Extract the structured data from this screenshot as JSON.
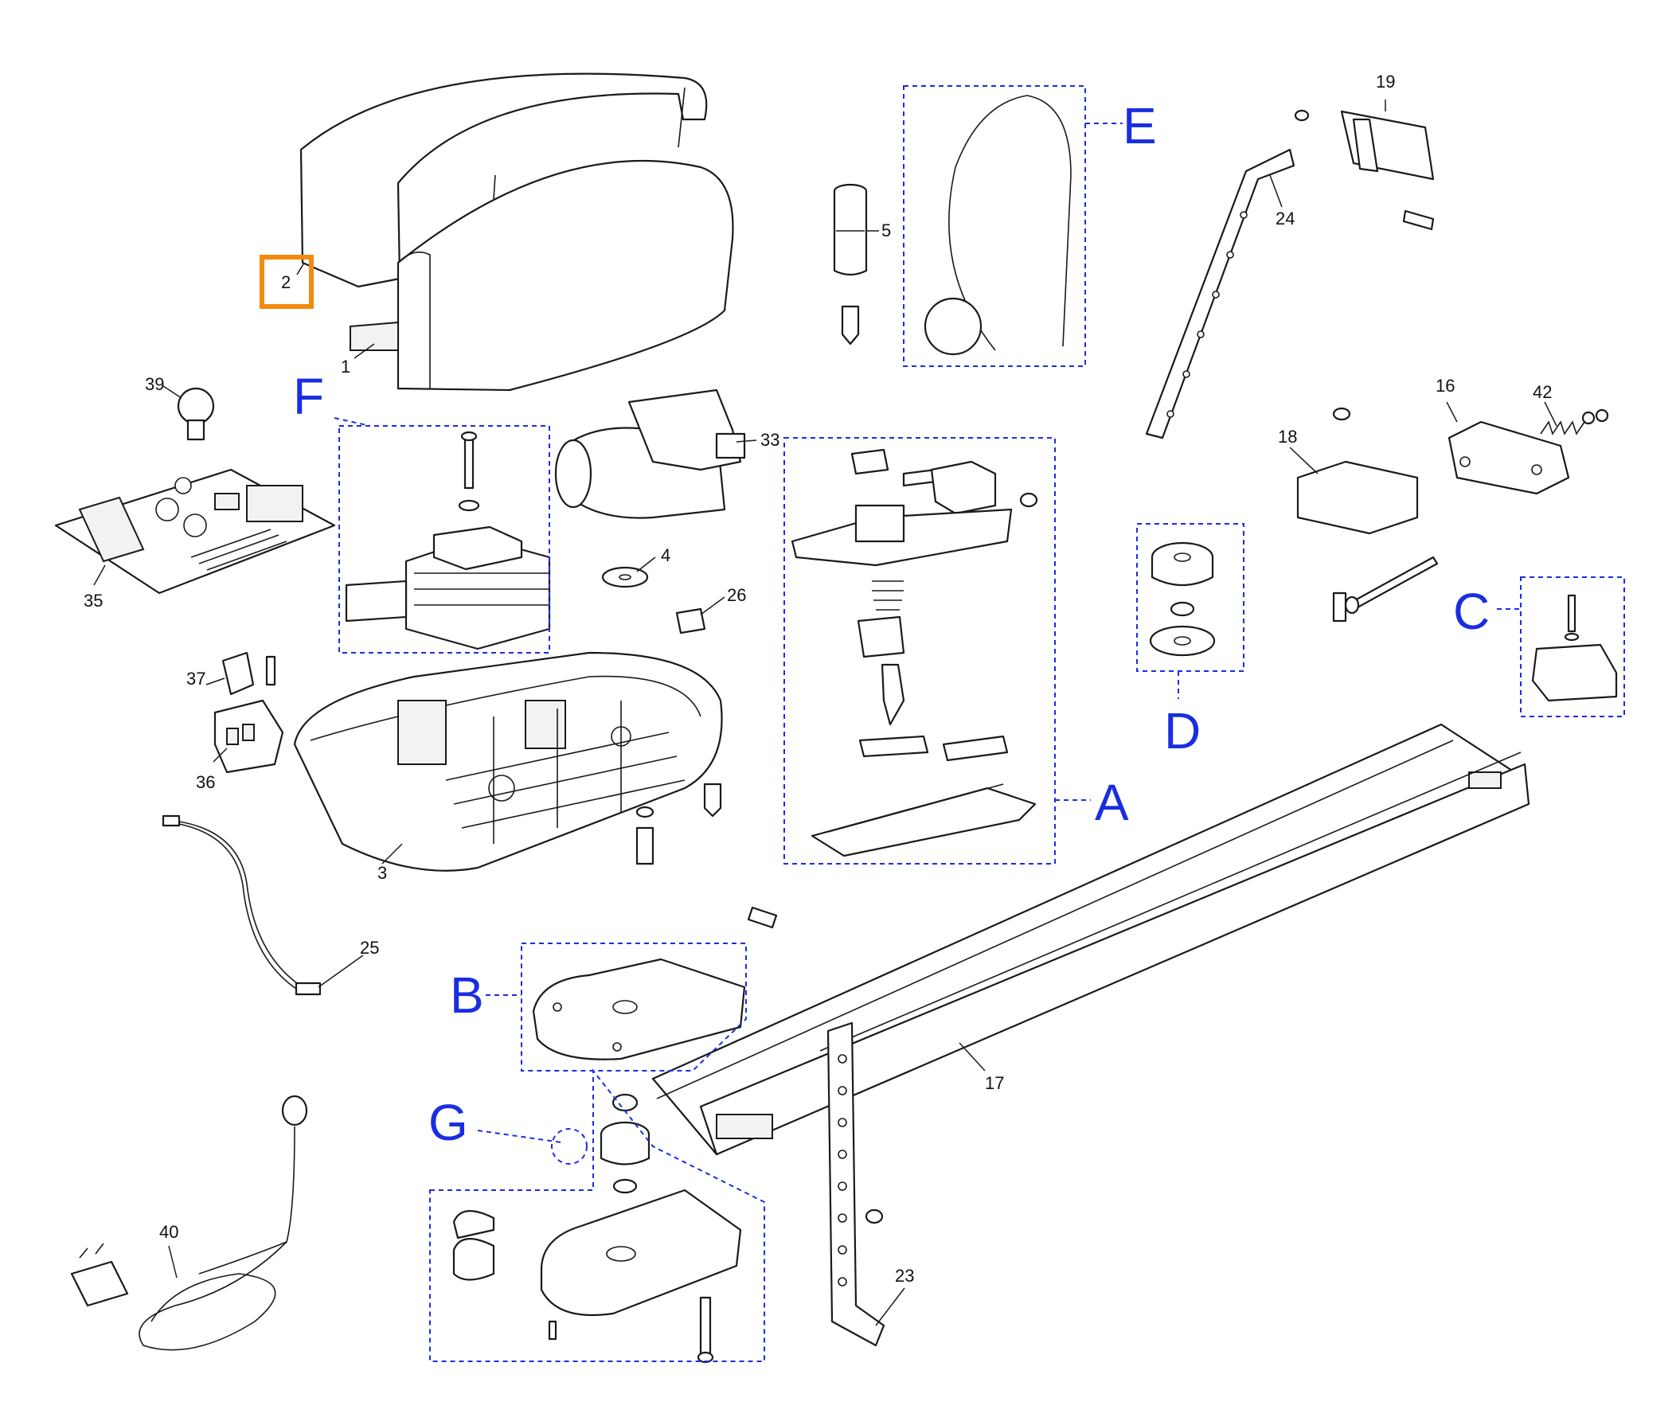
{
  "colors": {
    "group_blue": "#1a2ee0",
    "highlight_orange": "#f28a10",
    "line": "#1a1a1a"
  },
  "highlighted_part": "2",
  "part_numbers": {
    "p1": "1",
    "p2": "2",
    "p3": "3",
    "p4": "4",
    "p5": "5",
    "p16": "16",
    "p17": "17",
    "p18": "18",
    "p19": "19",
    "p23": "23",
    "p24": "24",
    "p25": "25",
    "p26": "26",
    "p33": "33",
    "p35": "35",
    "p36": "36",
    "p37": "37",
    "p39": "39",
    "p40": "40",
    "p42": "42"
  },
  "groups": {
    "A": "A",
    "B": "B",
    "C": "C",
    "D": "D",
    "E": "E",
    "F": "F",
    "G": "G"
  }
}
